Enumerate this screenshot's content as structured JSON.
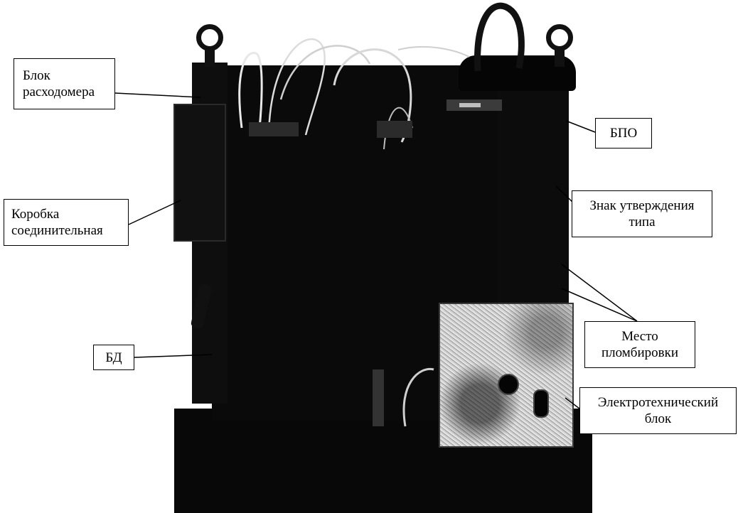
{
  "diagram": {
    "callouts": {
      "flowmeter_block": {
        "line1": "Блок",
        "line2": "расходомера"
      },
      "junction_box": {
        "line1": "Коробка",
        "line2": "соединительная"
      },
      "bd": {
        "line1": "БД"
      },
      "bpo": {
        "line1": "БПО"
      },
      "type_approval": {
        "line1": "Знак утверждения",
        "line2": "типа"
      },
      "seal_place": {
        "line1": "Место",
        "line2": "пломбировки"
      },
      "electro_block": {
        "line1": "Электротехнический",
        "line2": "блок"
      }
    },
    "colors": {
      "background": "#ffffff",
      "machine": "#0b0b0b",
      "panel": "#bdbdbd",
      "line": "#000000"
    }
  }
}
